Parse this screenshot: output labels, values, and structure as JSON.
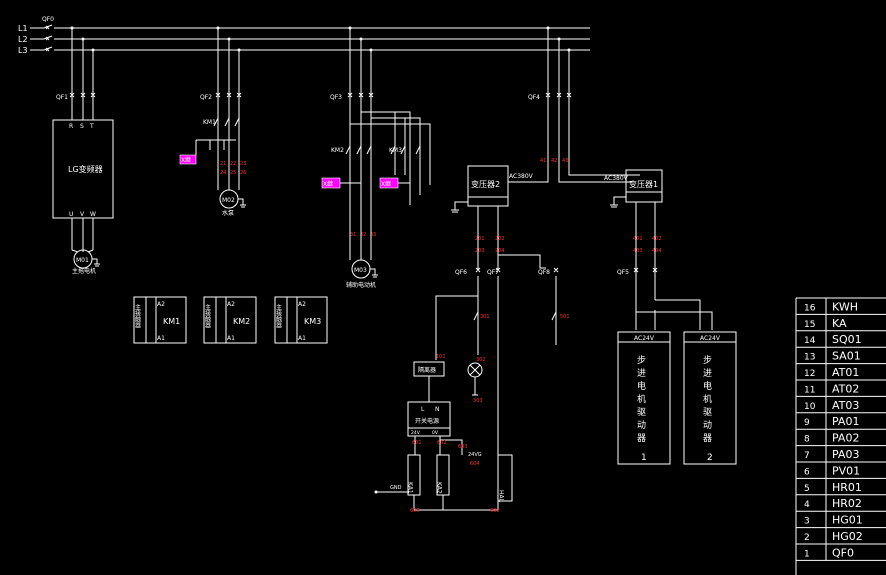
{
  "bus": {
    "lines": [
      "L1",
      "L2",
      "L3"
    ],
    "main_breaker": "QF0"
  },
  "breakers": {
    "qf1": "QF1",
    "qf2": "QF2",
    "qf3": "QF3",
    "qf4": "QF4",
    "qf5": "QF5",
    "qf6": "QF6",
    "qf7": "QF7",
    "qf8": "QF8"
  },
  "inverter": {
    "name": "LG变频器",
    "inputs": [
      "R",
      "S",
      "T"
    ],
    "outputs": [
      "U",
      "V",
      "W"
    ]
  },
  "motors": {
    "m1": {
      "name": "M01",
      "caption": "主拖电机"
    },
    "m2": {
      "name": "M02",
      "caption": "水泵"
    },
    "m3": {
      "name": "M03",
      "caption": "辅助电动机"
    }
  },
  "contactors": {
    "km1": "KM1",
    "km2": "KM2",
    "km3": "KM3"
  },
  "relay_labels": {
    "r1": "X继",
    "r2": "X继",
    "r3": "X继"
  },
  "transformers": {
    "t2": {
      "name": "变压器2",
      "primary": "AC380V"
    },
    "t1": {
      "name": "变压器1",
      "primary": "AC380V"
    }
  },
  "small_blocks": {
    "b1": "隔离器",
    "b2": "开关电源",
    "b2_terms": [
      "L",
      "N"
    ]
  },
  "servo_drives": {
    "d1": {
      "label": "AC24V",
      "text": "步进电机驱动器",
      "num": "1"
    },
    "d2": {
      "label": "AC24V",
      "text": "步进电机驱动器",
      "num": "2"
    }
  },
  "coil_boxes": [
    {
      "side": "主接触器",
      "name": "KM1",
      "top": "A2",
      "bottom": "A1"
    },
    {
      "side": "主接触器",
      "name": "KM2",
      "top": "A2",
      "bottom": "A1"
    },
    {
      "side": "主接触器",
      "name": "KM3",
      "top": "A2",
      "bottom": "A1"
    }
  ],
  "bom_table": {
    "rows": [
      {
        "no": "16",
        "code": "KWH"
      },
      {
        "no": "15",
        "code": "KA"
      },
      {
        "no": "14",
        "code": "SQ01"
      },
      {
        "no": "13",
        "code": "SA01"
      },
      {
        "no": "12",
        "code": "AT01"
      },
      {
        "no": "11",
        "code": "AT02"
      },
      {
        "no": "10",
        "code": "AT03"
      },
      {
        "no": "9",
        "code": "PA01"
      },
      {
        "no": "8",
        "code": "PA02"
      },
      {
        "no": "7",
        "code": "PA03"
      },
      {
        "no": "6",
        "code": "PV01"
      },
      {
        "no": "5",
        "code": "HR01"
      },
      {
        "no": "4",
        "code": "HR02"
      },
      {
        "no": "3",
        "code": "HG01"
      },
      {
        "no": "2",
        "code": "HG02"
      },
      {
        "no": "1",
        "code": "QF0"
      }
    ]
  },
  "colors": {
    "background": "#000000",
    "line": "#ffffff",
    "terminal": "#ff2a2a",
    "relay_box": "#ff00ff"
  }
}
